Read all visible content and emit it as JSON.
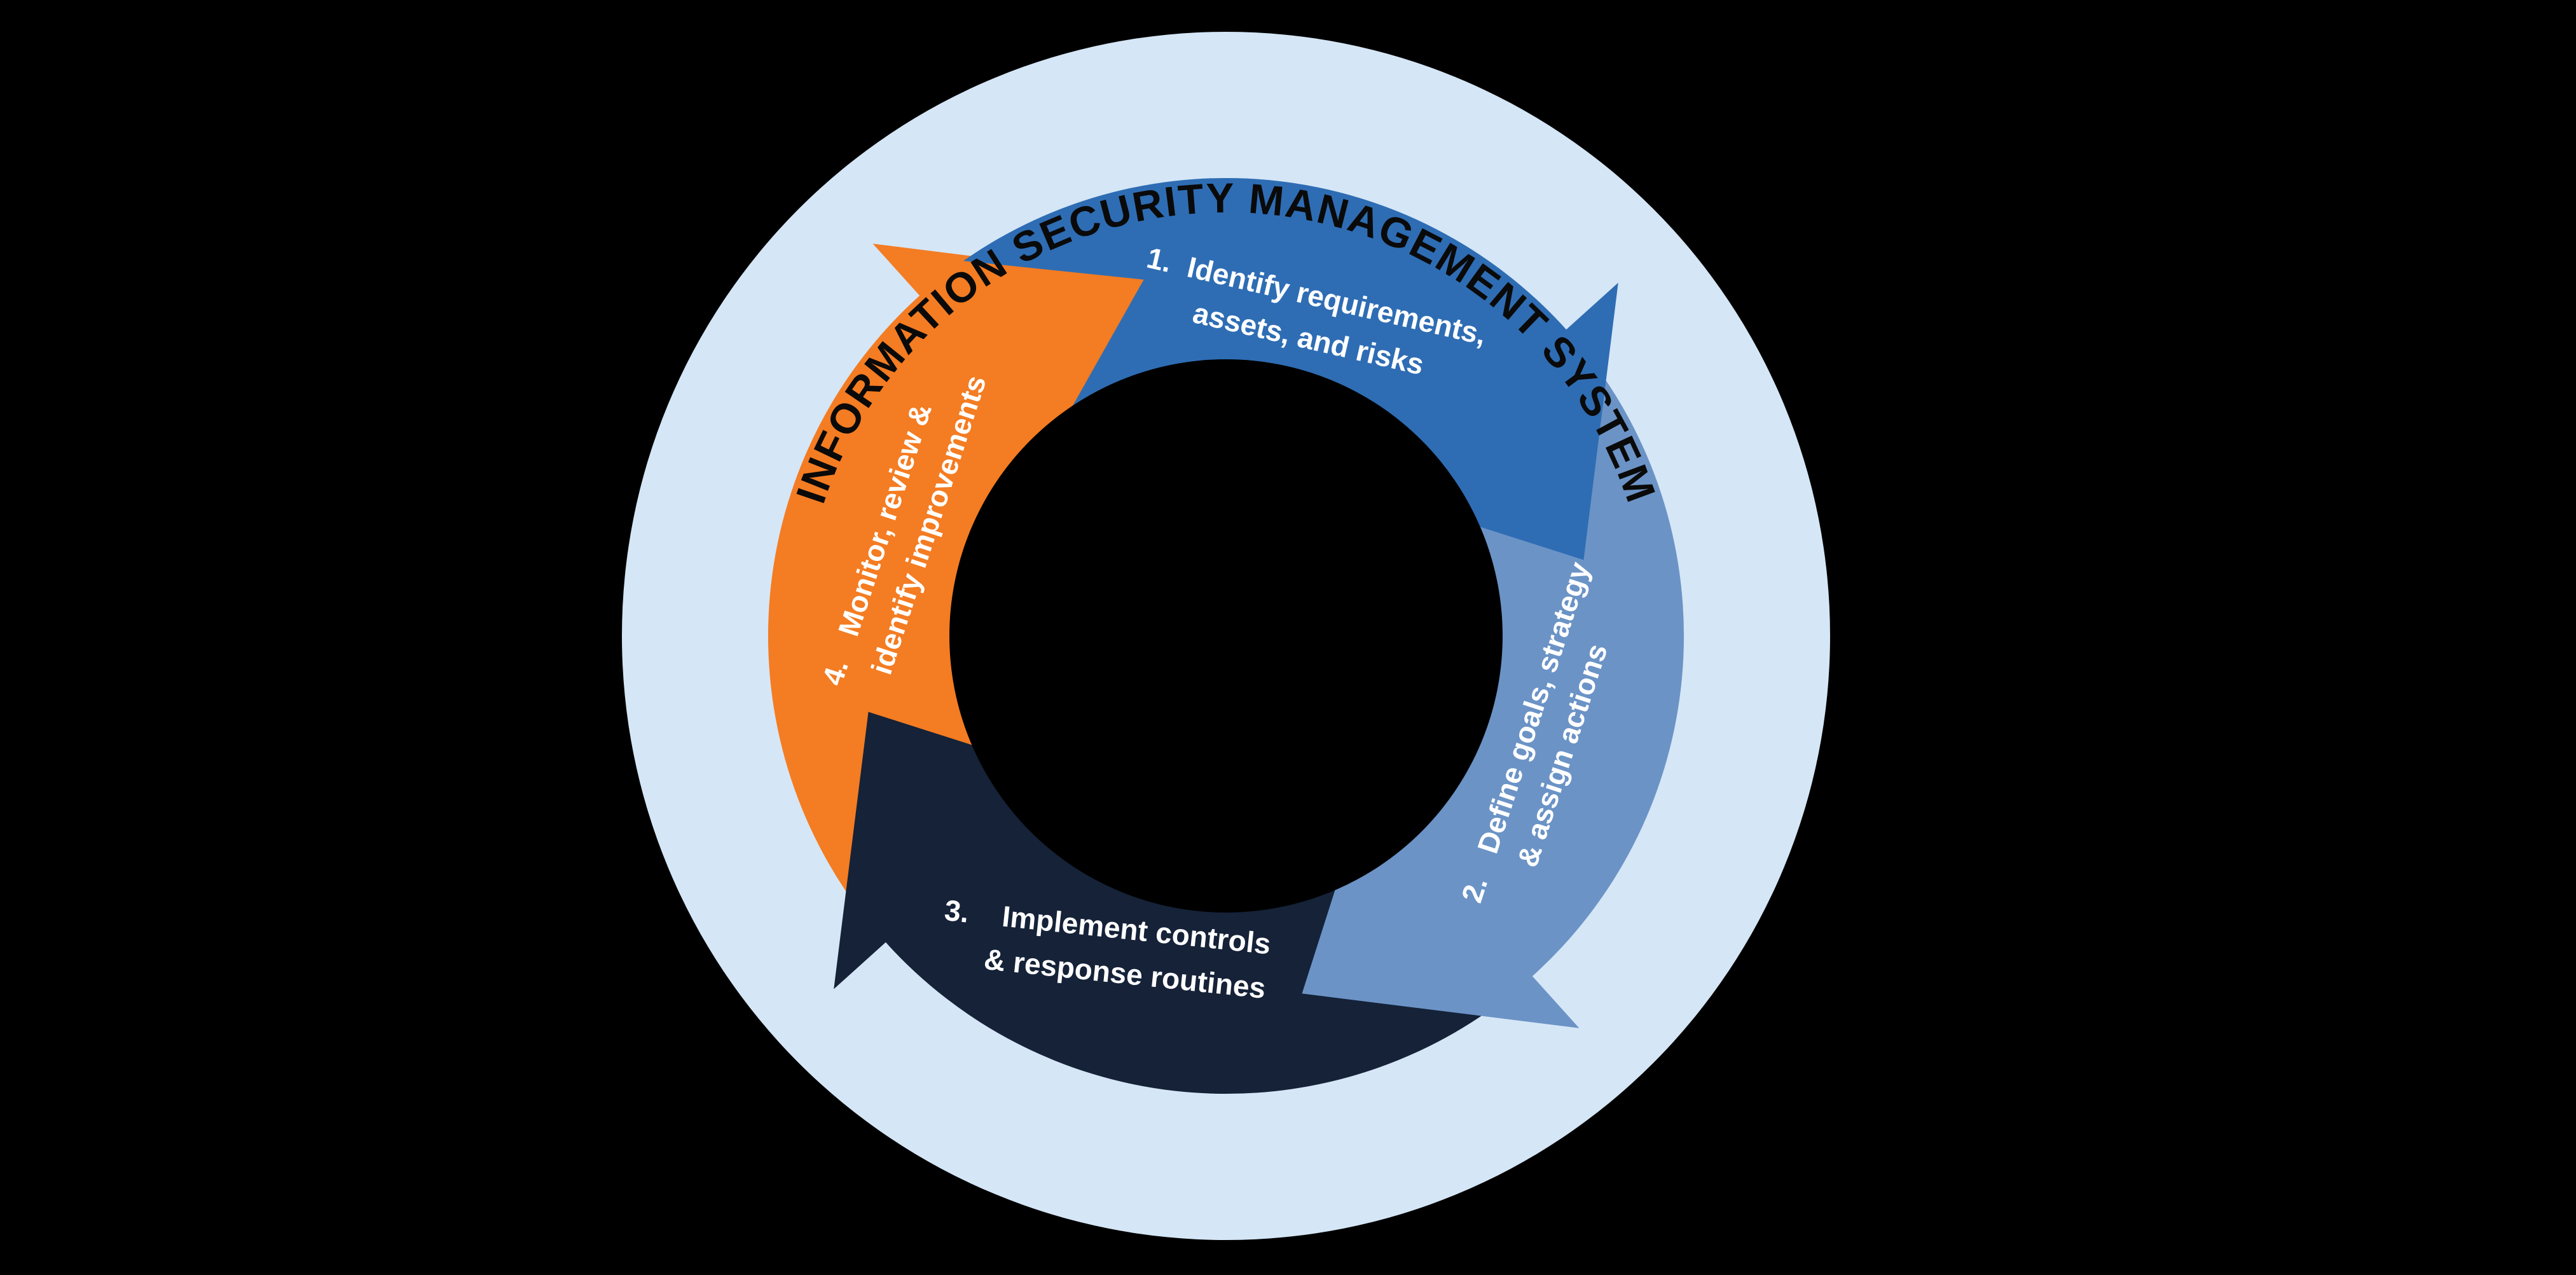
{
  "diagram": {
    "title": "INFORMATION SECURITY MANAGEMENT SYSTEM",
    "steps": [
      {
        "number": "1.",
        "line1": "Identify requirements,",
        "line2": "assets, and risks",
        "color": "#2E6DB4"
      },
      {
        "number": "2.",
        "line1": "Define goals, strategy",
        "line2": "& assign actions",
        "color": "#6B93C6"
      },
      {
        "number": "3.",
        "line1": "Implement controls",
        "line2": "& response routines",
        "color": "#152238"
      },
      {
        "number": "4.",
        "line1": "Monitor, review &",
        "line2": "identify improvements",
        "color": "#F47C22"
      }
    ],
    "colors": {
      "background": "#000000",
      "outer_ring": "#D5E6F6",
      "title_text": "#0A0A0A",
      "step_text": "#FFFFFF"
    }
  }
}
